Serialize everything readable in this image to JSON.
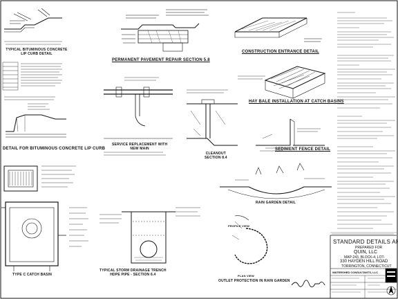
{
  "captions": {
    "lip_curb": "TYPICAL BITUMINOUS CONCRETE\nLIP CURB DETAIL",
    "lip_curb_alt": "DETAIL FOR BITUMINOUS CONCRETE LIP CURB",
    "permanent_pavement": "PERMANENT PAVEMENT REPAIR SECTION 5.8",
    "construction_entrance": "CONSTRUCTION ENTRANCE DETAIL",
    "hay_bale": "HAY BALE INSTALLATION AT CATCH BASINS",
    "sediment_fence": "SEDIMENT FENCE DETAIL",
    "service_replacement": "SERVICE REPLACEMENT WITH\nNEW MAIN",
    "cleanout": "CLEANOUT\nSECTION 8.4",
    "rain_garden": "RAIN GARDEN DETAIL",
    "storm_drainage_trench": "TYPICAL STORM DRAINAGE TRENCH\nHDPE PIPE - SECTION 6.4",
    "catch_basin": "TYPE C CATCH BASIN",
    "outlet_protection": "OUTLET PROTECTION IN RAIN GARDEN",
    "plan_view": "PLAN VIEW",
    "profile_view": "PROFILE VIEW"
  },
  "title_block": {
    "title": "STANDARD DETAILS AND NOTES",
    "prepared_for": "PREPARED FOR",
    "client": "QUIN, LLC",
    "map": "MAP-243, BLOCK-4, LOT-",
    "address": "330 HAYDEN HILL ROAD",
    "town": "TORRINGTON, CONNECTICUT",
    "firm": "WATERSHED CONSULTANTS, LLC"
  },
  "icons": [
    "north-arrow",
    "professional-seal",
    "signature"
  ]
}
